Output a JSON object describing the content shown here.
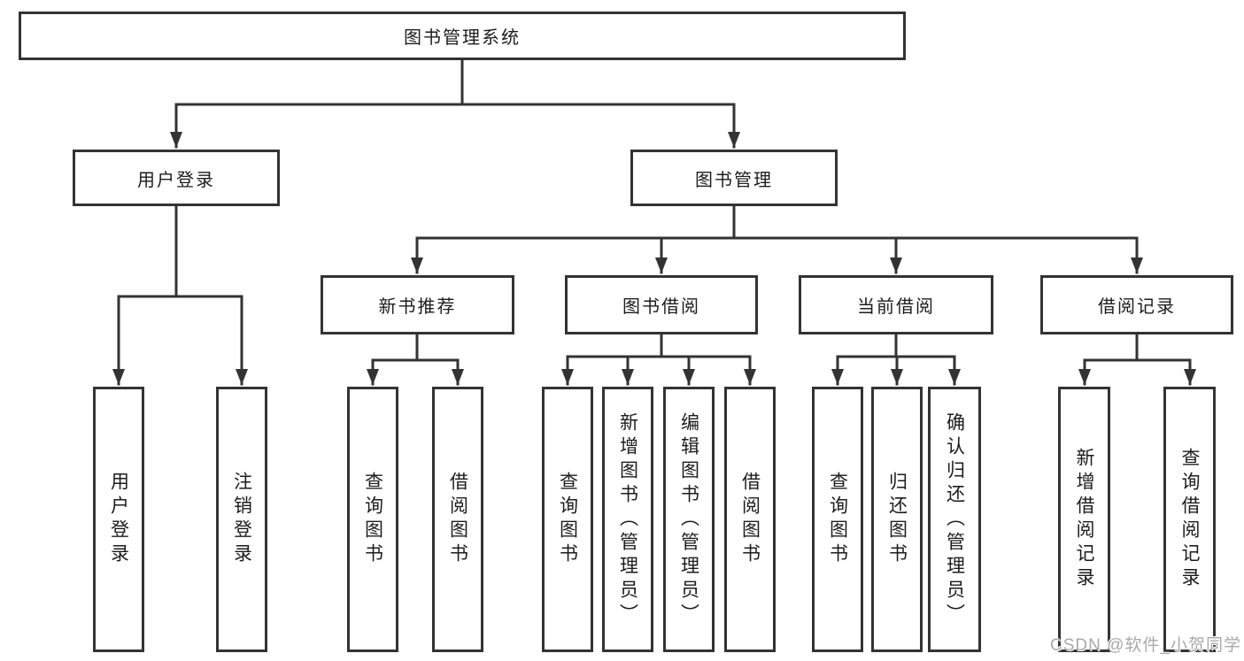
{
  "diagram_title": "图书管理系统",
  "root": {
    "label": "图书管理系统"
  },
  "level2": [
    {
      "label": "用户登录"
    },
    {
      "label": "图书管理"
    }
  ],
  "level3": [
    {
      "label": "新书推荐"
    },
    {
      "label": "图书借阅"
    },
    {
      "label": "当前借阅"
    },
    {
      "label": "借阅记录"
    }
  ],
  "leaves_user_login": [
    "用户登录",
    "注销登录"
  ],
  "leaves_new_book": [
    "查询图书",
    "借阅图书"
  ],
  "leaves_book_borrow": [
    "查询图书",
    "新增图书（管理员）",
    "编辑图书（管理员）",
    "借阅图书"
  ],
  "leaves_current_borrow": [
    "查询图书",
    "归还图书",
    "确认归还（管理员）"
  ],
  "leaves_borrow_record": [
    "新增借阅记录",
    "查询借阅记录"
  ],
  "watermark": "CSDN @软件_小贺同学",
  "colors": {
    "line": "#333333",
    "box_border": "#333333",
    "text": "#1c1c1c",
    "watermark": "#a9a9a9",
    "background": "#ffffff"
  }
}
